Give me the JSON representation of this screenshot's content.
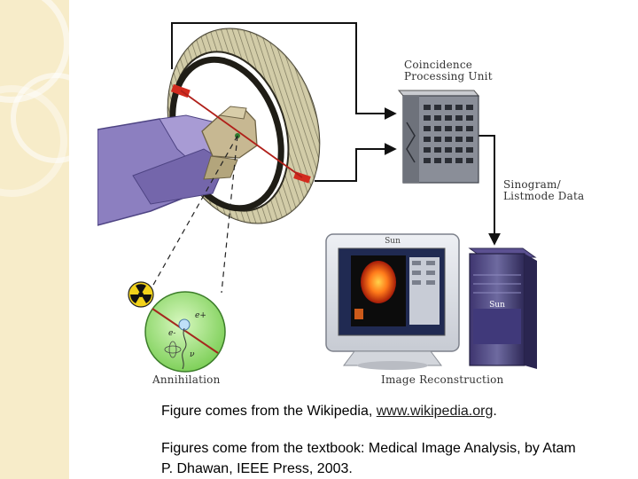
{
  "diagram": {
    "coincidence_label_line1": "Coincidence",
    "coincidence_label_line2": "Processing Unit",
    "sinogram_label_line1": "Sinogram/",
    "sinogram_label_line2": "Listmode Data",
    "annihilation_label": "Annihilation",
    "reconstruction_label": "Image Reconstruction",
    "monitor_brand": "Sun",
    "tower_brand": "Sun",
    "particle_e_plus": "e+",
    "particle_e_minus": "e-",
    "particle_nu": "ν"
  },
  "captions": {
    "line1_prefix": "Figure comes from the Wikipedia, ",
    "line1_link": "www.wikipedia.org",
    "line1_suffix": ".",
    "line2": "Figures come from the textbook: Medical Image Analysis, by Atam",
    "line3": "P. Dhawan, IEEE Press, 2003."
  },
  "colors": {
    "side_band": "#f7ecc9",
    "ring_body": "#cfc9a6",
    "ring_dark": "#3a3a2a",
    "detector_hit": "#d22b1e",
    "patient_purple": "#8c7fc0",
    "skin": "#c7b892",
    "annihilation_bg": "#9de07a",
    "tower_purple": "#4a3c8c"
  }
}
